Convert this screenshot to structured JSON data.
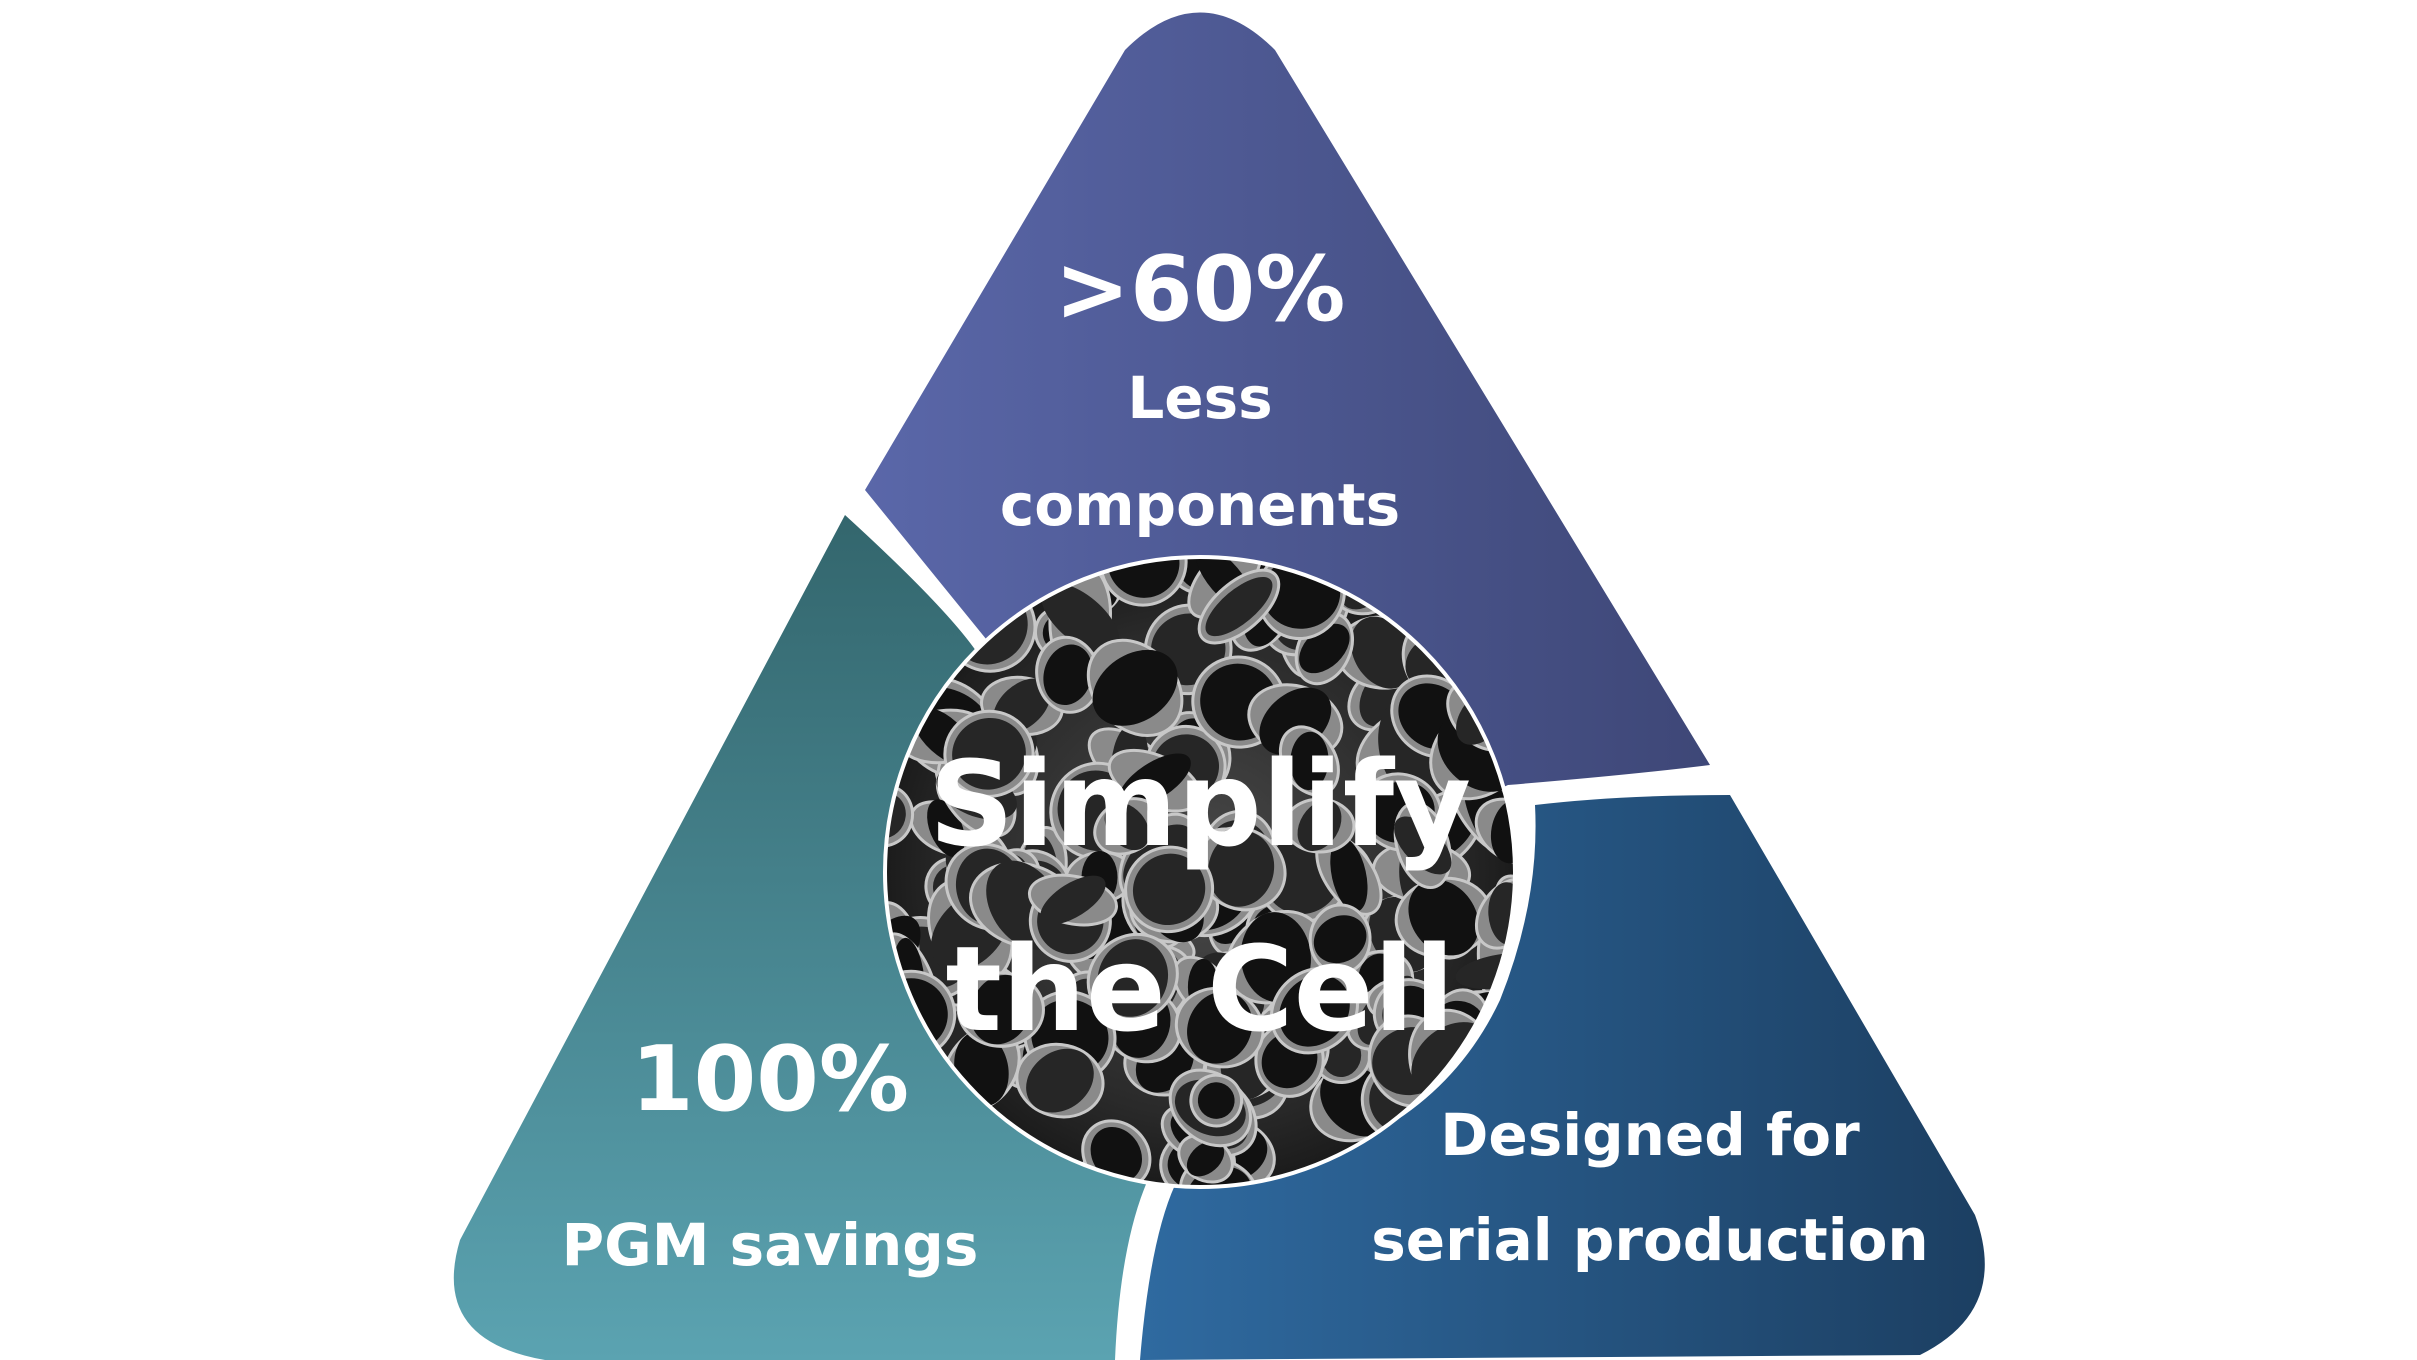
{
  "center": {
    "line1": "Simplify",
    "line2": "the Cell"
  },
  "segments": [
    {
      "id": "top",
      "value": ">60%",
      "lines": [
        "Less",
        "components"
      ],
      "color_light": "#5a67a9",
      "color_dark": "#3e4777"
    },
    {
      "id": "left",
      "value": "100%",
      "lines": [
        "PGM savings"
      ],
      "color_light": "#5aa3b0",
      "color_dark": "#33666d"
    },
    {
      "id": "right",
      "value": "",
      "lines": [
        "Designed for",
        "serial production"
      ],
      "color_light": "#2f6aa0",
      "color_dark": "#1e4468"
    }
  ],
  "colors": {
    "background": "#ffffff",
    "separator": "#ffffff",
    "text": "#ffffff"
  },
  "center_image": "porous-foam-micrograph"
}
